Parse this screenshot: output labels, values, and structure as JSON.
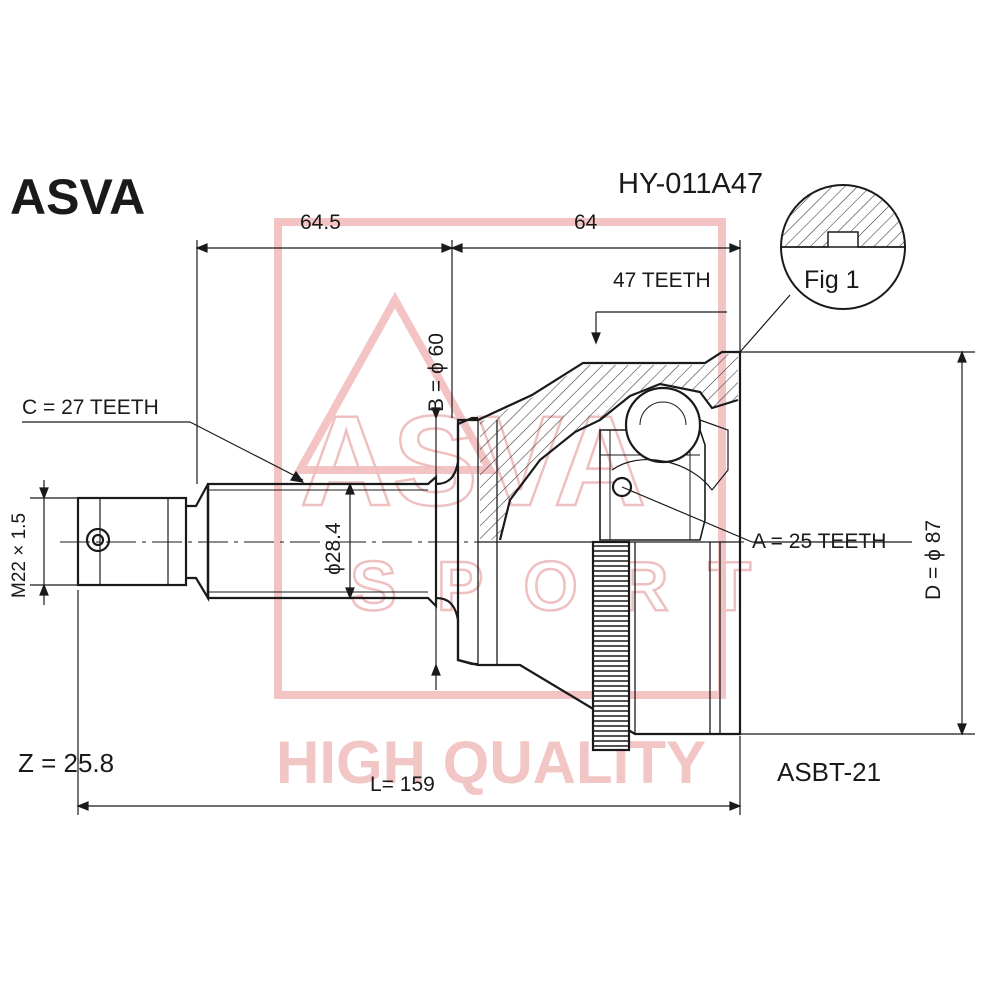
{
  "header": {
    "brand": "ASVA",
    "part_number": "HY-011A47"
  },
  "watermark": {
    "logo_text": "ASVA",
    "sub_text": "SPORT",
    "tagline": "HIGH QUALITY",
    "color": "#f0b8b8"
  },
  "dimensions": {
    "top_left": "64.5",
    "top_right": "64",
    "abs_teeth": "47 TEETH",
    "spline_c": "C = 27 TEETH",
    "thread": "M22 × 1.5",
    "diameter_b": "B = ϕ 60",
    "shaft_diameter": "ϕ28.4",
    "spline_a": "A = 25 TEETH",
    "diameter_d": "D = ϕ 87",
    "z_value": "Z = 25.8",
    "length": "L= 159",
    "boot_kit": "ASBT-21"
  },
  "figure": {
    "label": "Fig 1"
  },
  "colors": {
    "line": "#1a1a1a",
    "background": "#ffffff"
  }
}
